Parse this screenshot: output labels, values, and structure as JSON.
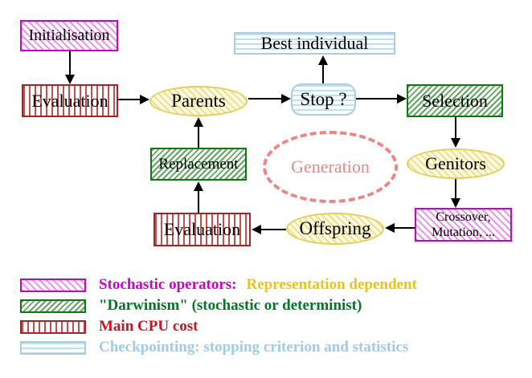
{
  "nodes": {
    "initialisation": "Initialisation",
    "evaluation_top": "Evaluation",
    "parents": "Parents",
    "best_individual": "Best individual",
    "stop": "Stop ?",
    "selection": "Selection",
    "replacement": "Replacement",
    "generation": "Generation",
    "genitors": "Genitors",
    "crossover_line1": "Crossover,",
    "crossover_line2": "Mutation, ...",
    "evaluation_bottom": "Evaluation",
    "offspring": "Offspring"
  },
  "legend": {
    "items": [
      {
        "swatch": "magenta-diagonal-hatch",
        "label": "Stochastic operators:",
        "label2": "Representation dependent"
      },
      {
        "swatch": "green-diagonal-hatch",
        "label": "\"Darwinism\" (stochastic or determinist)"
      },
      {
        "swatch": "red-vertical-stripes",
        "label": "Main CPU cost"
      },
      {
        "swatch": "blue-horizontal-stripes",
        "label": "Checkpointing: stopping criterion and statistics"
      }
    ]
  },
  "colors": {
    "magenta": "#cc00cc",
    "green": "#117711",
    "red": "#aa2222",
    "light_blue": "#a8cfe0",
    "yellow_border": "#e2cf58",
    "salmon": "#ee8585",
    "legend_gold": "#eec412",
    "legend_green_text": "#007722",
    "legend_red_text": "#cc1122",
    "legend_blue_text": "#9fcce8"
  }
}
